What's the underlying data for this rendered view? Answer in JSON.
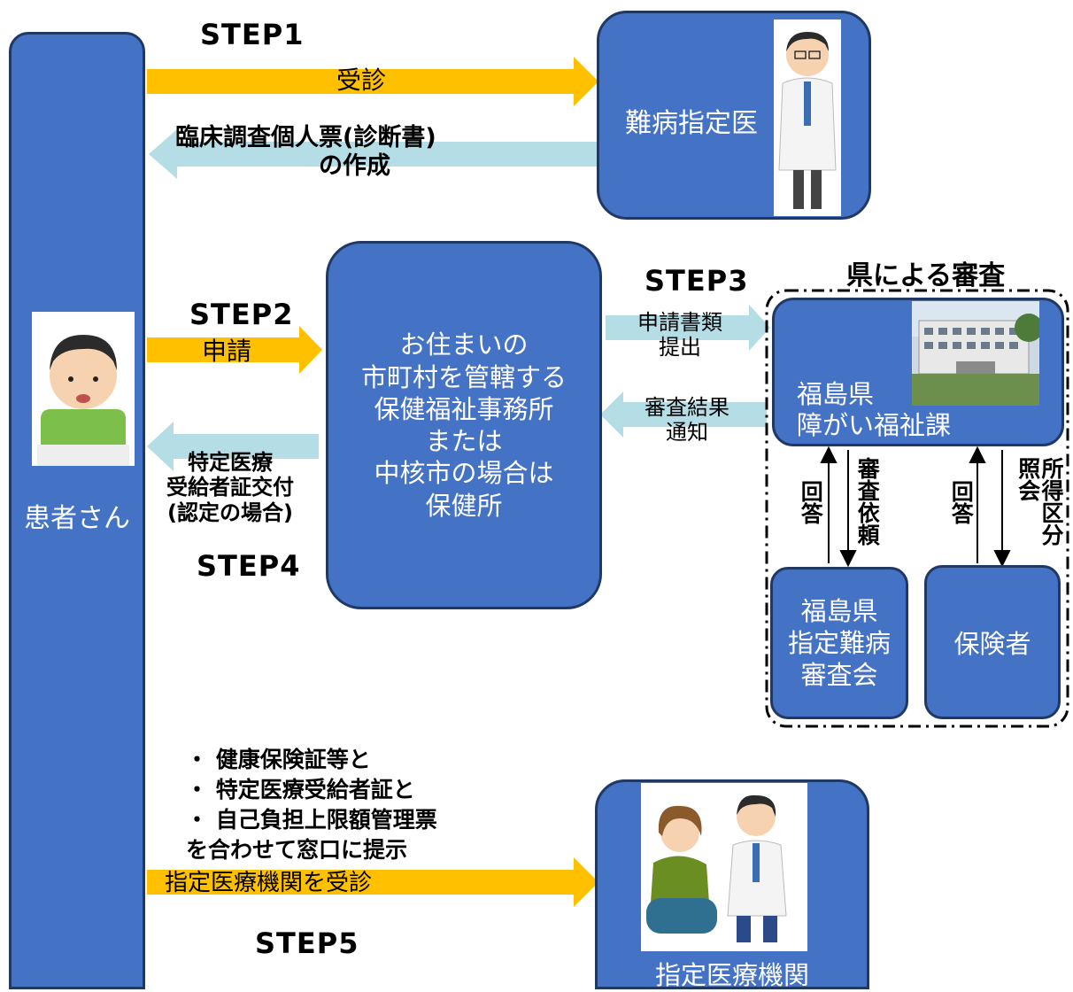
{
  "patient": {
    "label": "患者さん"
  },
  "steps": {
    "step1": "STEP1",
    "step2": "STEP2",
    "step3": "STEP3",
    "step4": "STEP4",
    "step5": "STEP5"
  },
  "arrows": {
    "consult": "受診",
    "clinical_form": "臨床調査個人票(診断書)\n　　　　　　の作成",
    "apply": "申請",
    "certificate": "特定医療\n受給者証交付\n(認定の場合)",
    "submit_docs": "申請書類\n提出",
    "result_notice": "審査結果\n通知",
    "visit_institution": "指定医療機関を受診"
  },
  "boxes": {
    "designated_doctor": "難病指定医",
    "welfare_office": "お住まいの\n市町村を管轄する\n保健福祉事務所\nまたは\n中核市の場合は\n保健所",
    "pref_division": "福島県\n障がい福祉課",
    "review_committee": "福島県\n指定難病\n審査会",
    "insurer": "保険者",
    "medical_institution": "指定医療機関"
  },
  "review": {
    "heading": "県による審査",
    "reply_1": "回答",
    "request_review": "審査依頼",
    "reply_2": "回答",
    "income_inquiry": "所得区分照会"
  },
  "step5_notes": {
    "item1": "・ 健康保険証等と",
    "item2": "・ 特定医療受給者証と",
    "item3": "・ 自己負担上限額管理票",
    "item4": "を合わせて窓口に提示"
  },
  "colors": {
    "box_fill": "#4472C4",
    "box_border": "#1F3864",
    "arrow_orange": "#FFC000",
    "arrow_lightblue": "#B4DDE6"
  }
}
